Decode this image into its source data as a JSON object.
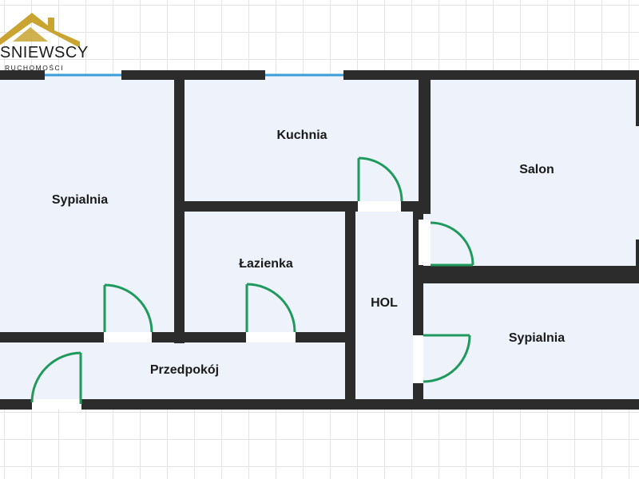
{
  "logo": {
    "name": "SNIEWSCY",
    "tagline": "RUCHOMOŚCI",
    "colors": {
      "gold": "#c9a431",
      "text": "#1c1c1c"
    }
  },
  "rooms": [
    {
      "key": "sypialnia_1",
      "label": "Sypialnia"
    },
    {
      "key": "kuchnia",
      "label": "Kuchnia"
    },
    {
      "key": "salon",
      "label": "Salon"
    },
    {
      "key": "lazienka",
      "label": "Łazienka"
    },
    {
      "key": "hol",
      "label": "HOL"
    },
    {
      "key": "sypialnia_2",
      "label": "Sypialnia"
    },
    {
      "key": "przedpokoj",
      "label": "Przedpokój"
    }
  ],
  "colors": {
    "floor": "#eef2fb",
    "wall": "#2c2c2c",
    "door": "#1f9a5c",
    "window": "#3a9fd8",
    "grid": "#e4e4e4"
  }
}
